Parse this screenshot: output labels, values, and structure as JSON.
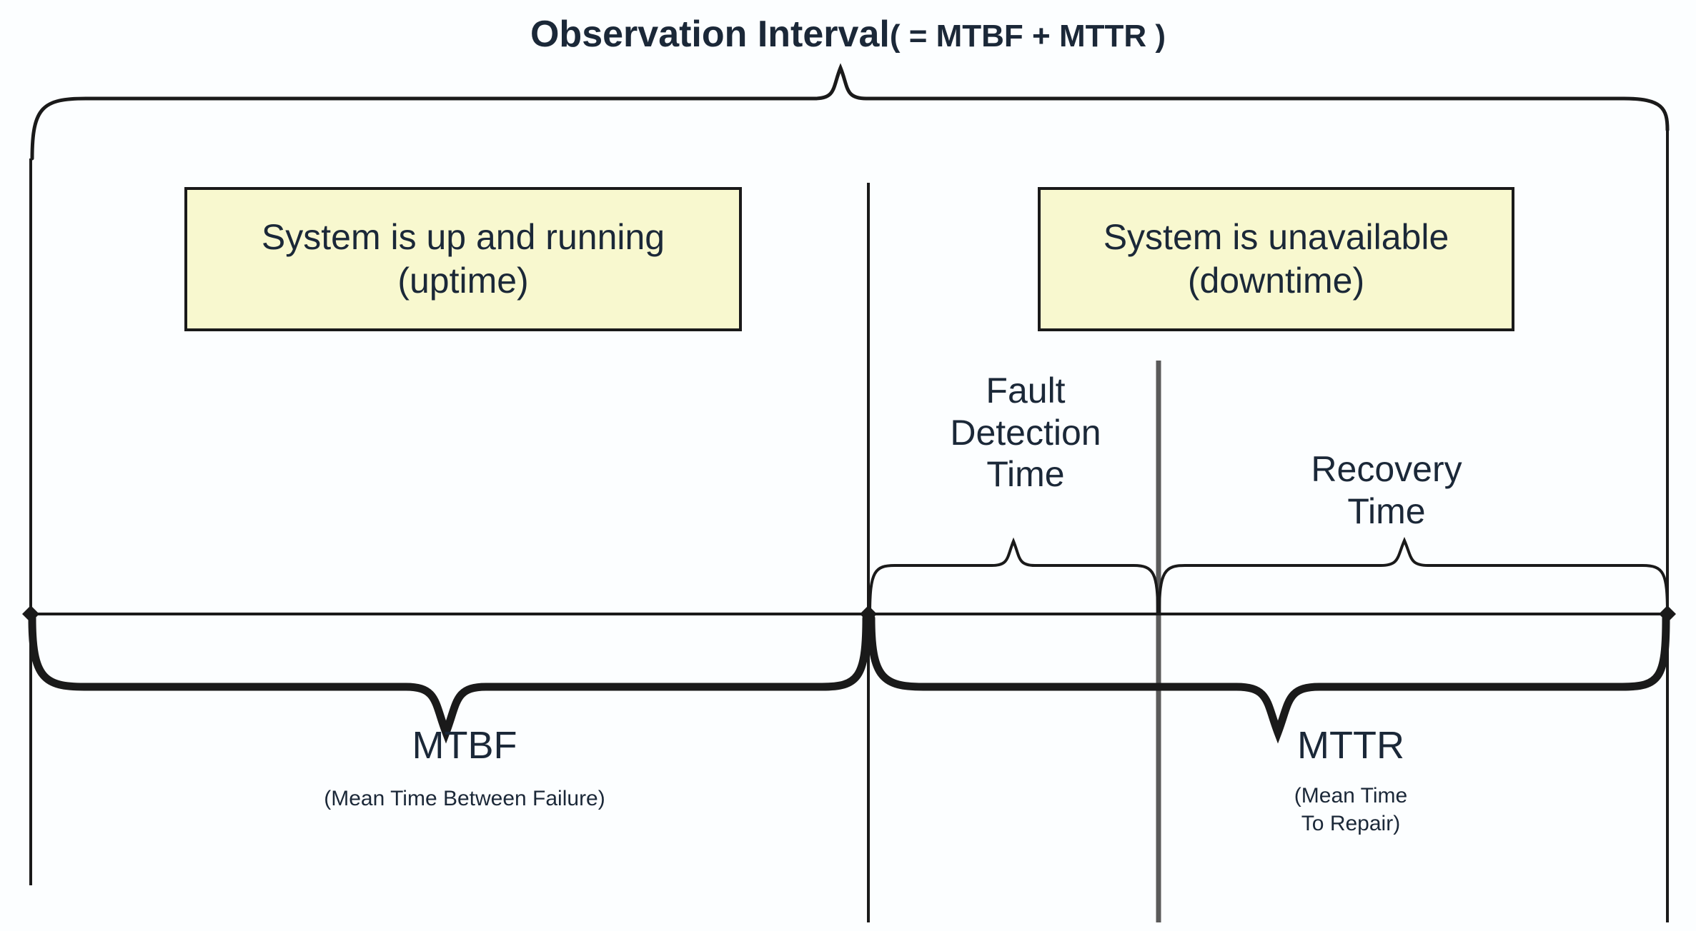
{
  "diagram": {
    "title": {
      "main": "Observation Interval",
      "formula": "( = MTBF + MTTR )"
    },
    "states": [
      {
        "name": "uptime-box",
        "line1": "System is up and running",
        "line2": "(uptime)"
      },
      {
        "name": "downtime-box",
        "line1": "System is unavailable",
        "line2": "(downtime)"
      }
    ],
    "intervals": [
      {
        "name": "fault-detection-time",
        "label": "Fault\nDetection\nTime"
      },
      {
        "name": "recovery-time",
        "label": "Recovery\nTime"
      }
    ],
    "metrics": [
      {
        "name": "mtbf",
        "abbr": "MTBF",
        "expansion": "(Mean Time Between Failure)"
      },
      {
        "name": "mttr",
        "abbr": "MTTR",
        "expansion": "(Mean Time\nTo Repair)"
      }
    ],
    "colors": {
      "box_fill": "#f8f8cf",
      "box_border": "#1a1a1a",
      "text": "#1b2838",
      "line": "#1a1a1a",
      "divider_grey": "#5a5a5a",
      "background": "#fcfeff"
    }
  }
}
